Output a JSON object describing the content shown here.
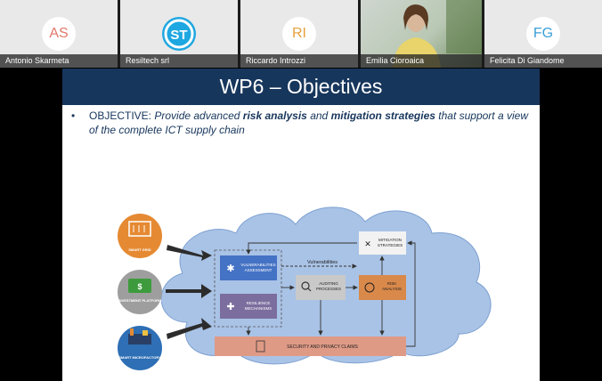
{
  "participants": [
    {
      "initials": "AS",
      "name": "Antonio Skarmeta"
    },
    {
      "initials": "ST",
      "name": "Resiltech srl"
    },
    {
      "initials": "RI",
      "name": "Riccardo Introzzi"
    },
    {
      "initials": "",
      "name": "Emilia Cioroaica"
    },
    {
      "initials": "FG",
      "name": "Felicita Di Giandome"
    }
  ],
  "slide": {
    "title": "WP6 – Objectives",
    "objective_label": "OBJECTIVE:",
    "objective_text_1": "Provide advanced",
    "objective_bold_1": "risk analysis",
    "objective_text_2": "and",
    "objective_bold_2": "mitigation strategies",
    "objective_text_3": "that support a view of the complete ICT supply chain"
  },
  "diagram": {
    "inputs": [
      "SMART GRID",
      "INVESTMENT PLATFORM",
      "SMART MICROFACTORY"
    ],
    "vuln": [
      "VULNERABILITIES",
      "ASSESSMENT"
    ],
    "resil": [
      "RESILIENCE",
      "MECHANISMS"
    ],
    "audit": [
      "AUDITING",
      "PROCESSES"
    ],
    "risk": [
      "RISK",
      "ANALYSIS"
    ],
    "mitig": [
      "MITIGATION",
      "STRATEGIES"
    ],
    "claims": "SECURITY AND PRIVACY CLAIMS",
    "edge_label": "Vulnerabilities",
    "investment_value": "$",
    "colors": {
      "blue": "#4472c4",
      "purple": "#7b6e9e",
      "gray": "#c9c9c9",
      "orange": "#d9894a",
      "pink": "#df9a86",
      "cloud": "#a9c3e6"
    }
  }
}
